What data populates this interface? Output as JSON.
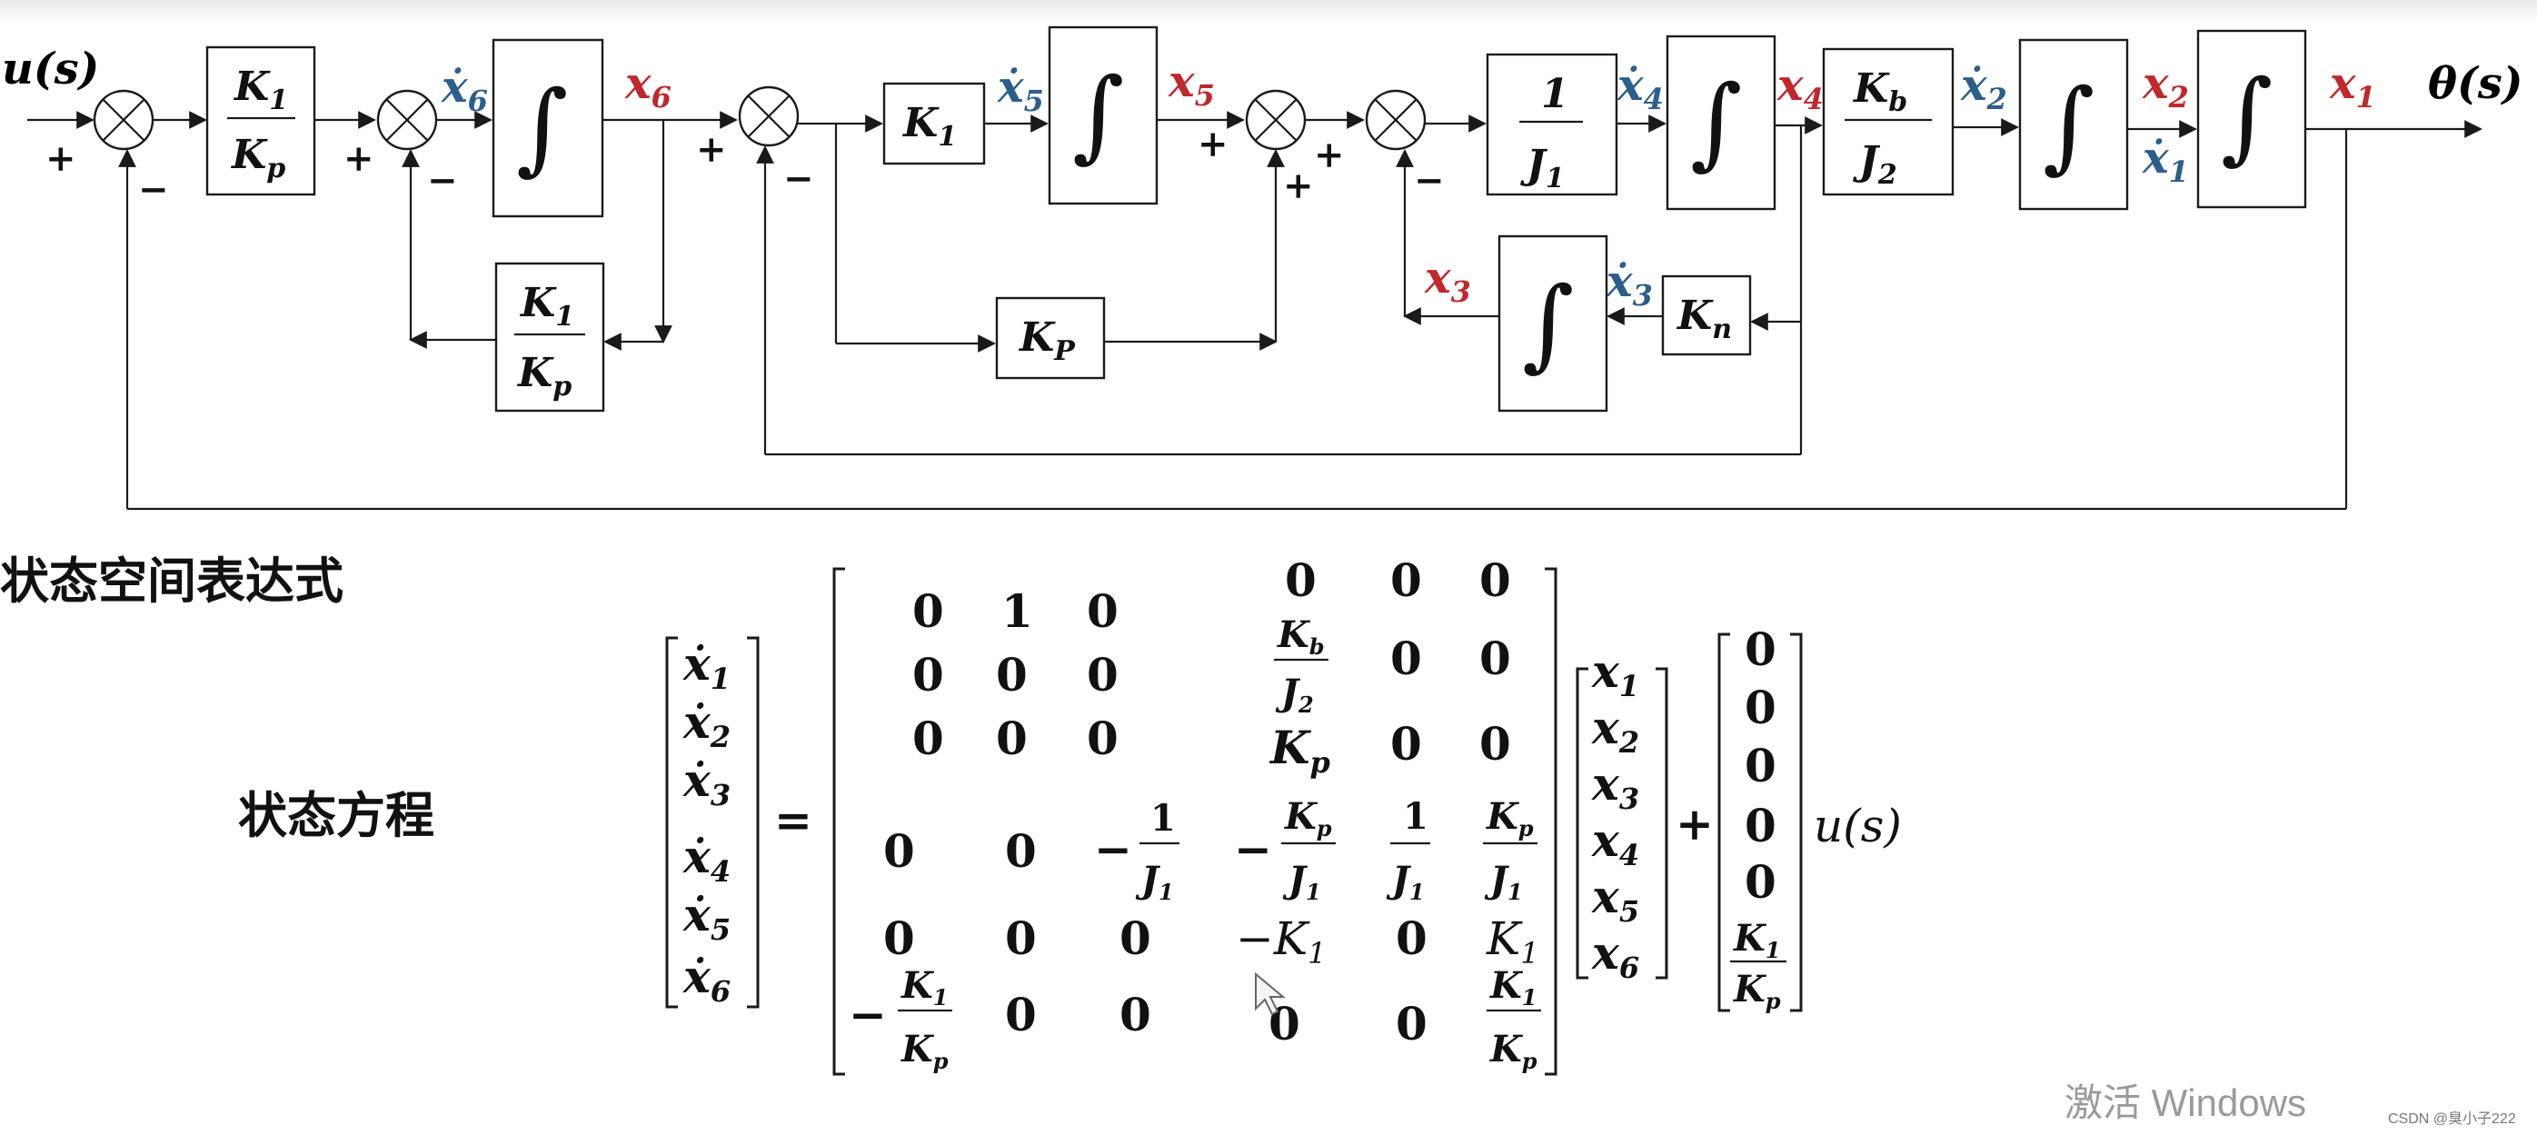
{
  "diagram": {
    "input": "u(s)",
    "output": "θ(s)",
    "sign_plus": "+",
    "sign_minus": "−",
    "gain_K1": "K",
    "gain_K1_sub": "1",
    "gain_Kp": "K",
    "gain_Kp_sub": "p",
    "gain_KP_sub": "P",
    "gain_Kn": "K",
    "gain_Kn_sub": "n",
    "gain_Kb": "K",
    "gain_Kb_sub": "b",
    "gain_J1": "J",
    "gain_J1_sub": "1",
    "gain_J2": "J",
    "gain_J2_sub": "2",
    "one": "1",
    "integral": "∫",
    "x": "x",
    "xdot": "ẋ",
    "sub1": "1",
    "sub2": "2",
    "sub3": "3",
    "sub4": "4",
    "sub5": "5",
    "sub6": "6",
    "state_color": "#c0282d",
    "deriv_color": "#2c5e8c"
  },
  "equations": {
    "section_title": "状态空间表达式",
    "eq_label": "状态方程",
    "equals": "=",
    "plus": "+",
    "input": "u(s)",
    "zero": "0",
    "one": "1",
    "minus": "−",
    "K": "K",
    "J": "J"
  },
  "watermark": {
    "text": "激活 Windows",
    "credit": "CSDN @臭小子222"
  }
}
